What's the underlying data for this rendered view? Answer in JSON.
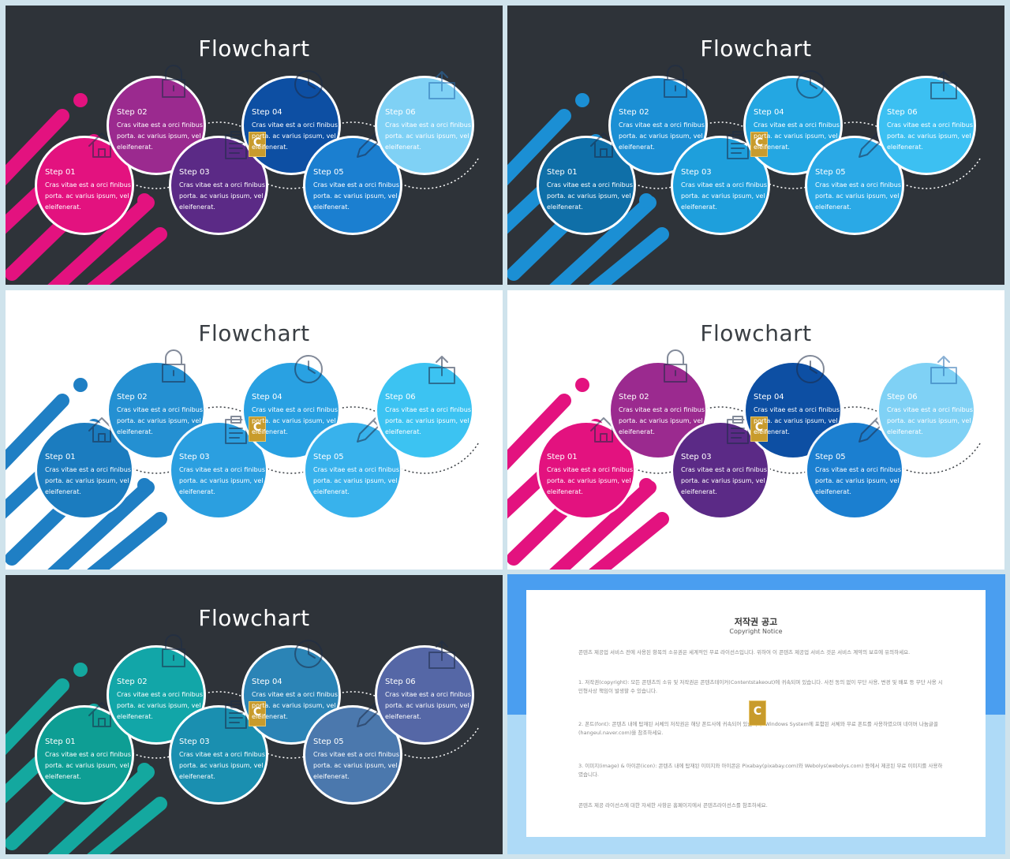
{
  "slides": [
    {
      "title": "Flowchart",
      "theme": "dark",
      "bg": "#2e3339",
      "blob": "#e3127f",
      "colors": [
        "#e3127f",
        "#9b2a8f",
        "#5b2a86",
        "#0d4fa3",
        "#1b7fd0",
        "#7fd1f5"
      ]
    },
    {
      "title": "Flowchart",
      "theme": "dark",
      "bg": "#2e3339",
      "blob": "#1b8fd4",
      "colors": [
        "#0f6fa8",
        "#1b8fd4",
        "#1e9fdc",
        "#24a7e2",
        "#2aa9e6",
        "#3cc0f2"
      ]
    },
    {
      "title": "Flowchart",
      "theme": "light",
      "bg": "#ffffff",
      "blob": "#1f7fc4",
      "colors": [
        "#1b7cbf",
        "#2490d2",
        "#2b9fe0",
        "#29a1e2",
        "#38b2ec",
        "#3cc3f2"
      ]
    },
    {
      "title": "Flowchart",
      "theme": "light",
      "bg": "#ffffff",
      "blob": "#e3127f",
      "colors": [
        "#e3127f",
        "#9b2a8f",
        "#5b2a86",
        "#0d4fa3",
        "#1b7fd0",
        "#7fd1f5"
      ]
    },
    {
      "title": "Flowchart",
      "theme": "dark",
      "bg": "#2e3339",
      "blob": "#14a89f",
      "colors": [
        "#0e9e94",
        "#12a6a8",
        "#1a8fb0",
        "#2b84b6",
        "#4b78ad",
        "#5567a6"
      ]
    }
  ],
  "steps": [
    {
      "label": "Step  01",
      "text": "Cras vitae est a orci finibus porta.  ac varius ipsum, vel eleifenerat.",
      "icon": "house-icon"
    },
    {
      "label": "Step  02",
      "text": "Cras vitae est a orci finibus porta.  ac varius ipsum, vel eleifenerat.",
      "icon": "lock-icon"
    },
    {
      "label": "Step  03",
      "text": "Cras vitae est a orci finibus porta.  ac varius ipsum, vel eleifenerat.",
      "icon": "clipboard-icon"
    },
    {
      "label": "Step  04",
      "text": "Cras vitae est a orci finibus porta.  ac varius ipsum, vel eleifenerat.",
      "icon": "clock-icon"
    },
    {
      "label": "Step  05",
      "text": "Cras vitae est a orci finibus porta.  ac varius ipsum, vel eleifenerat.",
      "icon": "pencil-icon"
    },
    {
      "label": "Step  06",
      "text": "Cras vitae est a orci finibus porta.  ac varius ipsum, vel eleifenerat.",
      "icon": "upload-box-icon"
    }
  ],
  "watermark": {
    "letter": "C"
  },
  "notice": {
    "title": "저작권 공고",
    "subtitle": "Copyright Notice",
    "paragraphs": [
      "콘텐츠 제공업 서비스 전에 사용된 항목의 소유권은 세계적인 무료 라이선스입니다. 위하여 이 콘텐츠 제공업 서비스 것은 서비스 계약의 보호에 유의하세요.",
      "1. 저작권(copyright): 모든 콘텐츠의 소유 및 저작권은 콘텐츠테이커(Contentstakeout)에 귀속되며 있습니다. 사전 동의 없이 무단 사용, 변경 및 배포 등 무단 사용 시 민형사상 책임이 발생할 수 있습니다.",
      "2. 폰트(font): 콘텐츠 내에 탑재된 서체의 저작권은 해당 폰트사에 귀속되어 있습니다. Windows System에 포함된 서체와 무료 폰트를 사용하였으며 네이버 나눔글꼴(hangeul.naver.com)을 참조하세요.",
      "3. 이미지(image) & 아이콘(icon): 콘텐츠 내에 탑재된 이미지와 아이콘은 Pixabay(pixabay.com)와 Webolys(webolys.com) 등에서 제공된 무료 이미지를 사용하였습니다.",
      "콘텐츠 제공 라이선스에 대한 자세한 사항은 홈페이지에서 콘텐츠라이선스를 참조하세요."
    ]
  }
}
